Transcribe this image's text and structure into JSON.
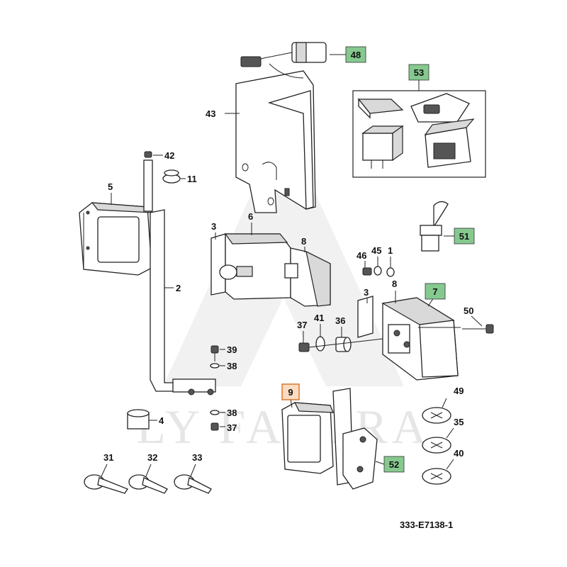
{
  "reference": "333-E7138-1",
  "watermark": "LY FACTRA",
  "colors": {
    "highlight_green": "#86c98f",
    "highlight_orange": "#f39a52",
    "line": "#222222"
  },
  "callouts": [
    {
      "id": "48",
      "label": "48",
      "style": "green"
    },
    {
      "id": "53",
      "label": "53",
      "style": "green"
    },
    {
      "id": "43",
      "label": "43",
      "style": "plain"
    },
    {
      "id": "42",
      "label": "42",
      "style": "plain"
    },
    {
      "id": "11",
      "label": "11",
      "style": "plain"
    },
    {
      "id": "5",
      "label": "5",
      "style": "plain"
    },
    {
      "id": "2",
      "label": "2",
      "style": "plain"
    },
    {
      "id": "6",
      "label": "6",
      "style": "plain"
    },
    {
      "id": "3a",
      "label": "3",
      "style": "plain"
    },
    {
      "id": "8a",
      "label": "8",
      "style": "plain"
    },
    {
      "id": "51",
      "label": "51",
      "style": "green"
    },
    {
      "id": "46",
      "label": "46",
      "style": "plain"
    },
    {
      "id": "45",
      "label": "45",
      "style": "plain"
    },
    {
      "id": "1",
      "label": "1",
      "style": "plain"
    },
    {
      "id": "3b",
      "label": "3",
      "style": "plain"
    },
    {
      "id": "8b",
      "label": "8",
      "style": "plain"
    },
    {
      "id": "7",
      "label": "7",
      "style": "green"
    },
    {
      "id": "50",
      "label": "50",
      "style": "plain"
    },
    {
      "id": "37a",
      "label": "37",
      "style": "plain"
    },
    {
      "id": "41",
      "label": "41",
      "style": "plain"
    },
    {
      "id": "36",
      "label": "36",
      "style": "plain"
    },
    {
      "id": "39",
      "label": "39",
      "style": "plain"
    },
    {
      "id": "38a",
      "label": "38",
      "style": "plain"
    },
    {
      "id": "38b",
      "label": "38",
      "style": "plain"
    },
    {
      "id": "37b",
      "label": "37",
      "style": "plain"
    },
    {
      "id": "4",
      "label": "4",
      "style": "plain"
    },
    {
      "id": "9",
      "label": "9",
      "style": "orange"
    },
    {
      "id": "52",
      "label": "52",
      "style": "green"
    },
    {
      "id": "49",
      "label": "49",
      "style": "plain"
    },
    {
      "id": "35",
      "label": "35",
      "style": "plain"
    },
    {
      "id": "40",
      "label": "40",
      "style": "plain"
    },
    {
      "id": "31",
      "label": "31",
      "style": "plain"
    },
    {
      "id": "32",
      "label": "32",
      "style": "plain"
    },
    {
      "id": "33",
      "label": "33",
      "style": "plain"
    }
  ]
}
